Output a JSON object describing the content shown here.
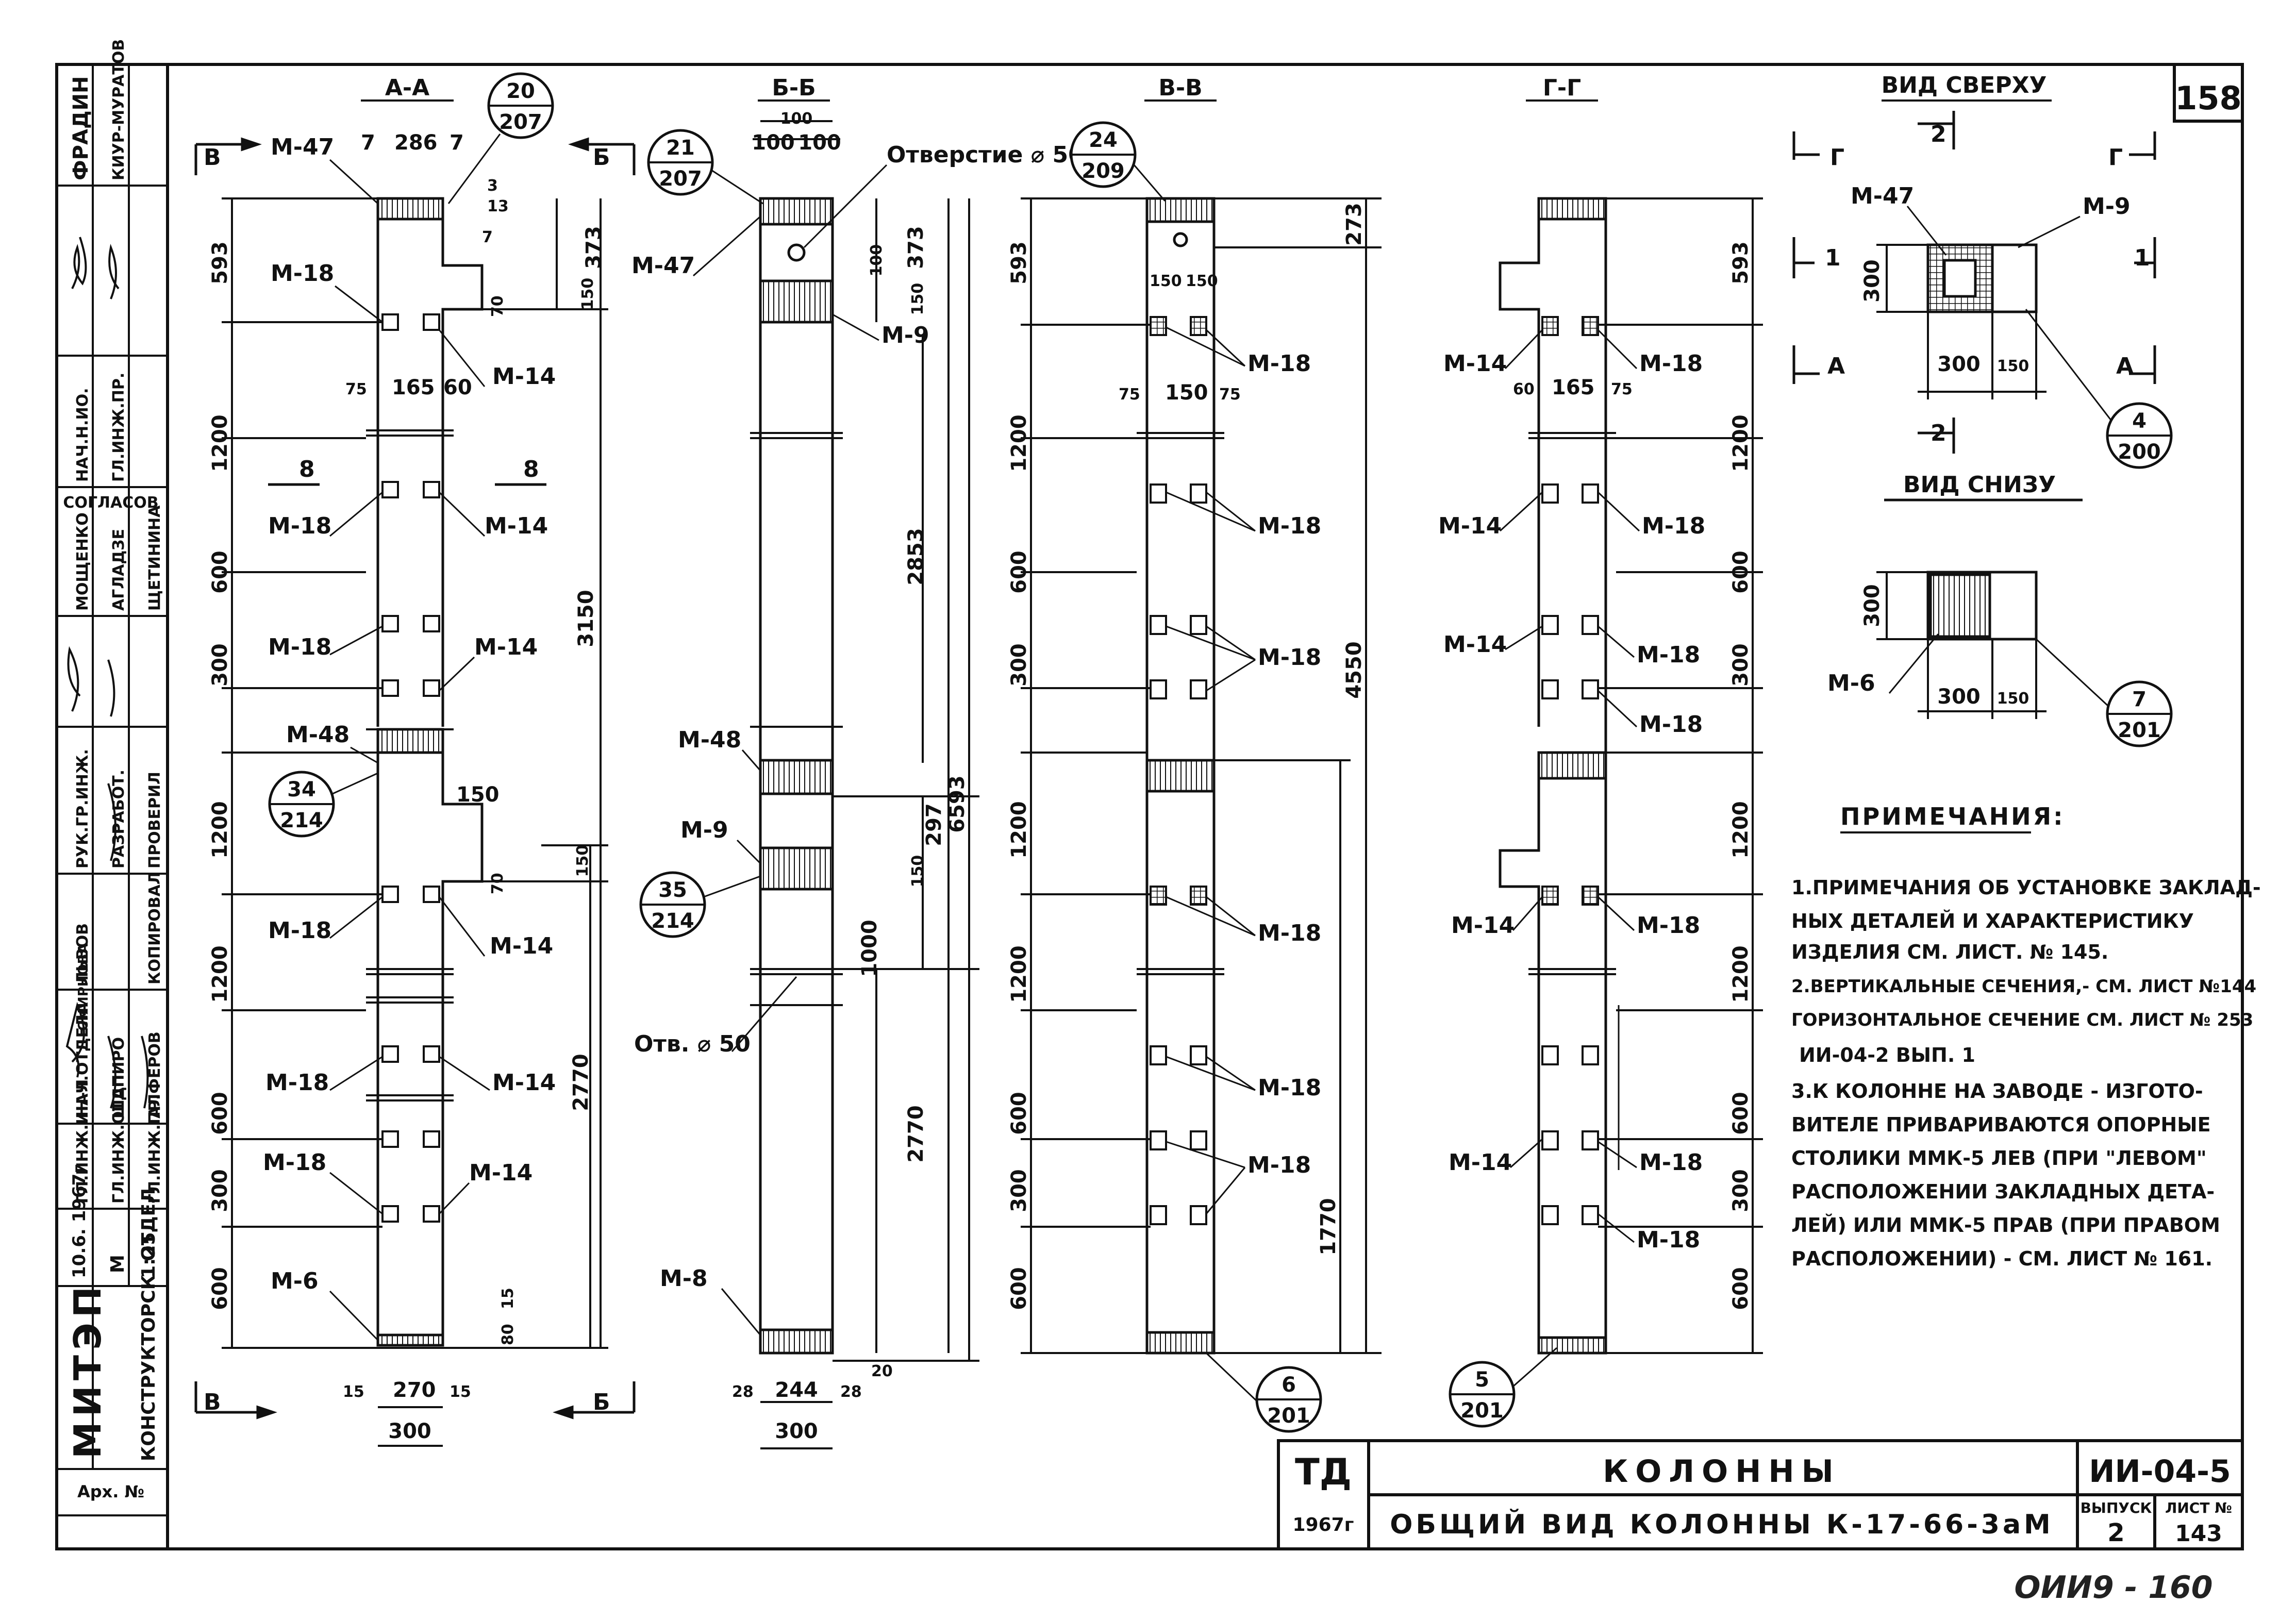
{
  "sheet_number": "158",
  "archive_number": "Арх. №",
  "org": {
    "short": "МИТЭП",
    "dept": "КОНСТРУКТОРСК. ОТДЕЛ",
    "date": "10.6. 1967г",
    "scale_m": "М",
    "scale": "1:25"
  },
  "stamp_roles": [
    "ГЛ.ИНЖ.ИН-Л",
    "НАЧ.ОТДЕЛА",
    "ГЛ.ИНЖ.ОТД",
    "ГЛ.ИНЖ.ПР.",
    "РУК.ГР.ИНЖ.",
    "РАЗРАБОТ.",
    "ПРОВЕРИЛ",
    "КОПИРОВАЛ",
    "НАЧ.Н.ИО.",
    "ГЛ.ИНЖ.ПР.",
    "СОГЛАСОВ"
  ],
  "stamp_names": [
    "ФРАДИН",
    "КИУР-МУРАТОВ",
    "ЛЬВОВ",
    "СМИРНОВА",
    "ШАПИРО",
    "АЛФЕРОВ",
    "МОЩЕНКО",
    "АГЛАДЗЕ",
    "ЩЕТИНИНА"
  ],
  "sections": [
    {
      "title": "А-А",
      "bubble_top": "20",
      "bubble_bottom": "207"
    },
    {
      "title": "Б-Б",
      "bubble_top": "21",
      "bubble_bottom": "207"
    },
    {
      "title": "В-В",
      "bubble_top": "24",
      "bubble_bottom": "209"
    },
    {
      "title": "Г-Г"
    }
  ],
  "marks": {
    "m47": "М-47",
    "m18": "М-18",
    "m14": "М-14",
    "m48": "М-48",
    "m6": "М-6",
    "m9": "М-9",
    "m8": "М-8"
  },
  "callouts": [
    {
      "top": "34",
      "bottom": "214"
    },
    {
      "top": "35",
      "bottom": "214"
    },
    {
      "top": "6",
      "bottom": "201"
    },
    {
      "top": "5",
      "bottom": "201"
    },
    {
      "top": "4",
      "bottom": "200"
    },
    {
      "top": "7",
      "bottom": "201"
    }
  ],
  "labels": {
    "cut_b": "В",
    "cut_bb": "Б",
    "cut_8": "8",
    "hole_top": "Отверстие ⌀ 50",
    "hole_bottom": "Отв. ⌀ 50",
    "view_top": "ВИД СВЕРХУ",
    "view_bottom": "ВИД СНИЗУ",
    "cut_g": "Г",
    "cut_a": "А",
    "cut_1": "1",
    "cut_2": "2"
  },
  "dims_aa": {
    "top": [
      "7",
      "286",
      "7"
    ],
    "bottom": [
      "15",
      "270",
      "15"
    ],
    "width": "300",
    "left": [
      "593",
      "1200",
      "600",
      "300",
      "1200",
      "1200",
      "600",
      "300",
      "600"
    ],
    "right": [
      "373",
      "150",
      "3150",
      "150",
      "2770",
      "15",
      "80"
    ],
    "small": [
      "3",
      "13",
      "7",
      "70",
      "75",
      "165",
      "60",
      "150",
      "70"
    ]
  },
  "dims_bb": {
    "top": [
      "100",
      "100",
      "100"
    ],
    "bottom": [
      "28",
      "244",
      "28"
    ],
    "width": "300",
    "right": [
      "100",
      "373",
      "150",
      "2853",
      "150",
      "297",
      "6593",
      "1000",
      "2770",
      "20"
    ]
  },
  "dims_vv": {
    "top": [
      "150",
      "150"
    ],
    "mid": [
      "75",
      "150",
      "75"
    ],
    "left": [
      "593",
      "1200",
      "600",
      "300",
      "1200",
      "1200",
      "600",
      "300",
      "600"
    ],
    "right": [
      "273",
      "4550",
      "1770"
    ]
  },
  "dims_gg": {
    "mid": [
      "60",
      "165",
      "75"
    ],
    "right": [
      "593",
      "1200",
      "600",
      "300",
      "1200",
      "1200",
      "600",
      "300",
      "600"
    ]
  },
  "dims_plan": {
    "a": "300",
    "b": "300",
    "c": "150"
  },
  "notes_title": "ПРИМЕЧАНИЯ:",
  "notes": [
    "1.ПРИМЕЧАНИЯ ОБ УСТАНОВКЕ ЗАКЛАД-",
    "НЫХ ДЕТАЛЕЙ И ХАРАКТЕРИСТИКУ",
    "ИЗДЕЛИЯ СМ. ЛИСТ. № 145.",
    "2.ВЕРТИКАЛЬНЫЕ СЕЧЕНИЯ,- СМ. ЛИСТ №144",
    "ГОРИЗОНТАЛЬНОЕ СЕЧЕНИЕ СМ. ЛИСТ № 253",
    "ИИ-04-2 ВЫП. 1",
    "3.К КОЛОННЕ НА ЗАВОДЕ - ИЗГОТО-",
    "ВИТЕЛЕ ПРИВАРИВАЮТСЯ ОПОРНЫЕ",
    "СТОЛИКИ ММК-5 ЛЕВ (ПРИ \"ЛЕВОМ\"",
    "РАСПОЛОЖЕНИИ ЗАКЛАДНЫХ ДЕТА-",
    "ЛЕЙ) ИЛИ ММК-5 ПРАВ (ПРИ ПРАВОМ",
    "РАСПОЛОЖЕНИИ) - СМ. ЛИСТ № 161."
  ],
  "titleblock": {
    "td": "ТД",
    "year": "1967г",
    "name": "КОЛОННЫ",
    "subtitle": "ОБЩИЙ ВИД КОЛОННЫ К-17-66-3аМ",
    "series": "ИИ-04-5",
    "issue_label": "ВЫПУСК",
    "issue": "2",
    "sheet_label": "ЛИСТ №",
    "sheet": "143"
  },
  "footer_scrawl": "ОИИ9 - 160"
}
